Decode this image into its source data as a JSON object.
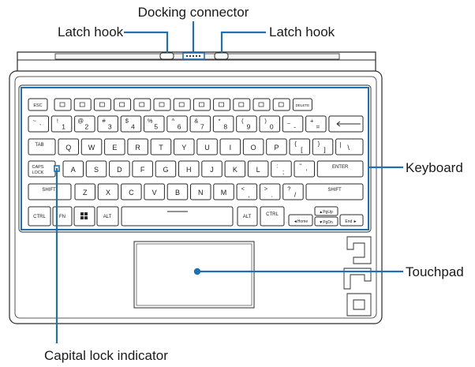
{
  "callouts": {
    "docking_connector": "Docking connector",
    "latch_hook_left": "Latch hook",
    "latch_hook_right": "Latch hook",
    "keyboard": "Keyboard",
    "touchpad": "Touchpad",
    "capital_lock_indicator": "Capital lock indicator"
  },
  "accent_color": "#1f6fb3",
  "keys": {
    "fn_row": [
      "ESC",
      "",
      "",
      "",
      "",
      "",
      "",
      "",
      "",
      "",
      "",
      "",
      "",
      "DELETE"
    ],
    "number_row": [
      {
        "top": "~",
        "bottom": "`"
      },
      {
        "top": "!",
        "bottom": "1"
      },
      {
        "top": "@",
        "bottom": "2"
      },
      {
        "top": "#",
        "bottom": "3"
      },
      {
        "top": "$",
        "bottom": "4"
      },
      {
        "top": "%",
        "bottom": "5"
      },
      {
        "top": "^",
        "bottom": "6"
      },
      {
        "top": "&",
        "bottom": "7"
      },
      {
        "top": "*",
        "bottom": "8"
      },
      {
        "top": "(",
        "bottom": "9"
      },
      {
        "top": ")",
        "bottom": "0"
      },
      {
        "top": "_",
        "bottom": "-"
      },
      {
        "top": "+",
        "bottom": "="
      }
    ],
    "tab": "TAB",
    "row_q": [
      "Q",
      "W",
      "E",
      "R",
      "T",
      "Y",
      "U",
      "I",
      "O",
      "P"
    ],
    "row_q_sym": [
      {
        "top": "{",
        "bottom": "["
      },
      {
        "top": "}",
        "bottom": "]"
      },
      {
        "top": "|",
        "bottom": "\\"
      }
    ],
    "caps_top": "CAPS",
    "caps_bottom": "LOCK",
    "row_a": [
      "A",
      "S",
      "D",
      "F",
      "G",
      "H",
      "J",
      "K",
      "L"
    ],
    "row_a_sym": [
      {
        "top": ":",
        "bottom": ";"
      },
      {
        "top": "\"",
        "bottom": "'"
      }
    ],
    "enter": "ENTER",
    "shift": "SHIFT",
    "row_z": [
      "Z",
      "X",
      "C",
      "V",
      "B",
      "N",
      "M"
    ],
    "row_z_sym": [
      {
        "top": "<",
        "bottom": ","
      },
      {
        "top": ">",
        "bottom": "."
      },
      {
        "top": "?",
        "bottom": "/"
      }
    ],
    "ctrl": "CTRL",
    "fn": "FN",
    "alt": "ALT",
    "pgup": "▲PgUp",
    "pgdn": "▼PgDn",
    "home": "◄Home",
    "end": "End ►"
  }
}
